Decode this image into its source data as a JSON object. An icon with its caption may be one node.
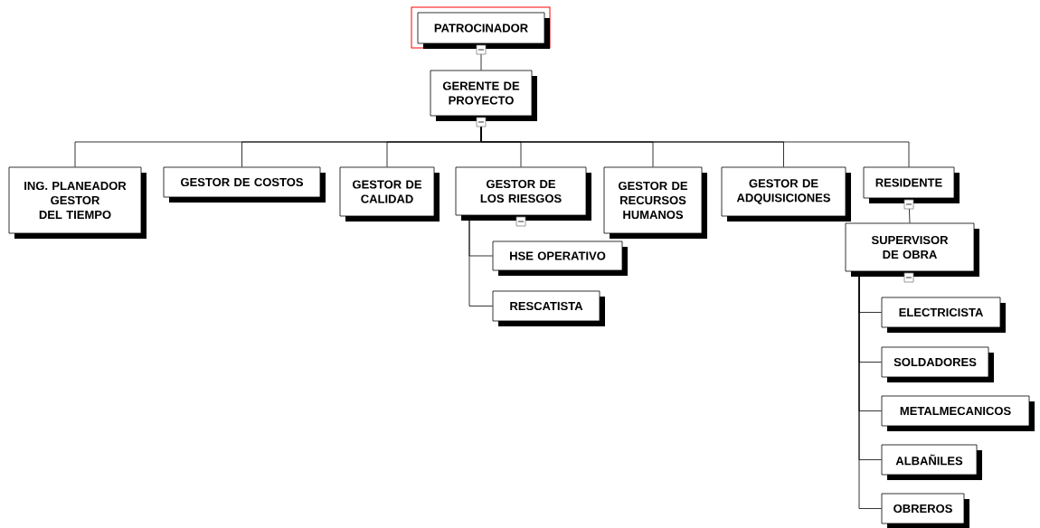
{
  "diagram": {
    "nodes": [
      {
        "text": [
          "PATROCINADOR"
        ]
      },
      {
        "text": [
          "GERENTE DE PROYECTO"
        ]
      },
      {
        "text": [
          "ING. PLANEADOR GESTOR DEL TIEMPO"
        ]
      },
      {
        "text": [
          "GESTOR DE COSTOS"
        ]
      },
      {
        "text": [
          "GESTOR DE CALIDAD"
        ]
      },
      {
        "text": [
          "GESTOR DE LOS RIESGOS"
        ]
      },
      {
        "text": [
          "GESTOR DE RECURSOS HUMANOS"
        ]
      },
      {
        "text": [
          "GESTOR DE ADQUISICIONES"
        ]
      },
      {
        "text": [
          "RESIDENTE"
        ]
      },
      {
        "text": [
          "HSE OPERATIVO"
        ]
      },
      {
        "text": [
          "RESCATISTA"
        ]
      },
      {
        "text": [
          "SUPERVISOR DE OBRA"
        ]
      },
      {
        "text": [
          "ELECTRICISTA"
        ]
      },
      {
        "text": [
          "SOLDADORES"
        ]
      },
      {
        "text": [
          "METALMECANICOS"
        ]
      },
      {
        "text": [
          "ALBAÑILES"
        ]
      },
      {
        "text": [
          "OBREROS"
        ]
      }
    ],
    "edges": [
      {
        "from": 0,
        "to": 1,
        "arrow": "none"
      },
      {
        "from": 1,
        "to": 2,
        "arrow": "none"
      },
      {
        "from": 1,
        "to": 3,
        "arrow": "none"
      },
      {
        "from": 1,
        "to": 4,
        "arrow": "none"
      },
      {
        "from": 1,
        "to": 5,
        "arrow": "none"
      },
      {
        "from": 1,
        "to": 6,
        "arrow": "none"
      },
      {
        "from": 1,
        "to": 7,
        "arrow": "none"
      },
      {
        "from": 1,
        "to": 8,
        "arrow": "none"
      },
      {
        "from": 5,
        "to": 9,
        "arrow": "none"
      },
      {
        "from": 5,
        "to": 10,
        "arrow": "none"
      },
      {
        "from": 8,
        "to": 11,
        "arrow": "none"
      },
      {
        "from": 11,
        "to": 12,
        "arrow": "none"
      },
      {
        "from": 11,
        "to": 13,
        "arrow": "none"
      },
      {
        "from": 11,
        "to": 14,
        "arrow": "none"
      },
      {
        "from": 11,
        "to": 15,
        "arrow": "none"
      },
      {
        "from": 11,
        "to": 16,
        "arrow": "none"
      }
    ]
  }
}
